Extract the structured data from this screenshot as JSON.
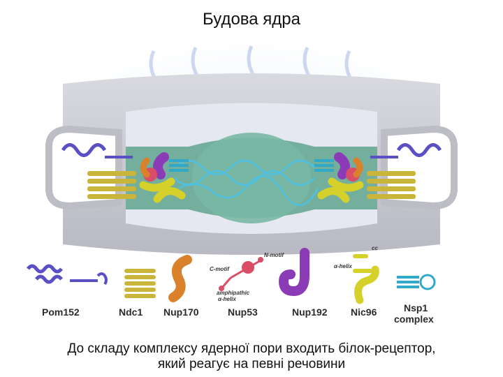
{
  "title": "Будова ядра",
  "caption": {
    "line1": "До складу комплексу ядерної пори входить білок-рецептор,",
    "line2": "який реагує на певні речовини"
  },
  "proteins": {
    "pom152": "Pom152",
    "ndc1": "Ndc1",
    "nup170": "Nup170",
    "nup53": "Nup53",
    "nup192": "Nup192",
    "nic96": "Nic96",
    "nsp1_line1": "Nsp1",
    "nsp1_line2": "complex"
  },
  "annotations": {
    "n_motif": "N-motif",
    "c_motif": "C-motif",
    "amphipathic": "amphipathic",
    "alpha_helix_nup53": "α-helix",
    "alpha_helix_nic96": "α-helix",
    "cc": "cc"
  },
  "colors": {
    "membrane": "#cfcfd6",
    "pore_teal": "#5fa58d",
    "pom152": "#5b4fc4",
    "ndc1": "#c9b53a",
    "nup170": "#d9822b",
    "nup53": "#d94d66",
    "nup192": "#8a3bb5",
    "nic96": "#d6d12a",
    "nsp1": "#33a9c9"
  }
}
